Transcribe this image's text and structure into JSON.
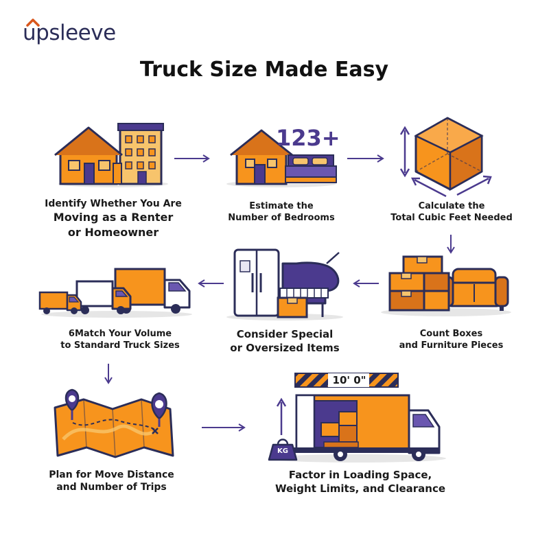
{
  "brand": {
    "name": "upsleeve"
  },
  "title": "Truck Size Made Easy",
  "colors": {
    "orange": "#f7941d",
    "orange_dark": "#d9731a",
    "purple": "#4b3a8e",
    "navy": "#2b2d58",
    "accent_red": "#d9561c"
  },
  "steps": [
    {
      "icon": "house-and-apartment-icon",
      "lines": [
        "Identify Whether You Are",
        "Moving as a Renter",
        "or Homeowner"
      ]
    },
    {
      "icon": "house-bed-icon",
      "badge": "123+",
      "lines": [
        "Estimate the",
        "Number of Bedrooms"
      ]
    },
    {
      "icon": "cube-icon",
      "lines": [
        "Calculate the",
        "Total Cubic Feet Needed"
      ]
    },
    {
      "icon": "boxes-sofa-icon",
      "lines": [
        "Count Boxes",
        "and Furniture Pieces"
      ]
    },
    {
      "icon": "fridge-piano-icon",
      "lines": [
        "Consider Special",
        "or Oversized Items"
      ]
    },
    {
      "icon": "truck-fleet-icon",
      "lines": [
        "6Match Your Volume",
        "to Standard Truck Sizes"
      ]
    },
    {
      "icon": "map-pins-icon",
      "lines": [
        "Plan for Move Distance",
        "and Number of Trips"
      ]
    },
    {
      "icon": "truck-clearance-icon",
      "clearance": "10' 0\"",
      "weight": "KG",
      "lines": [
        "Factor in Loading Space,",
        "Weight Limits, and Clearance"
      ]
    }
  ]
}
